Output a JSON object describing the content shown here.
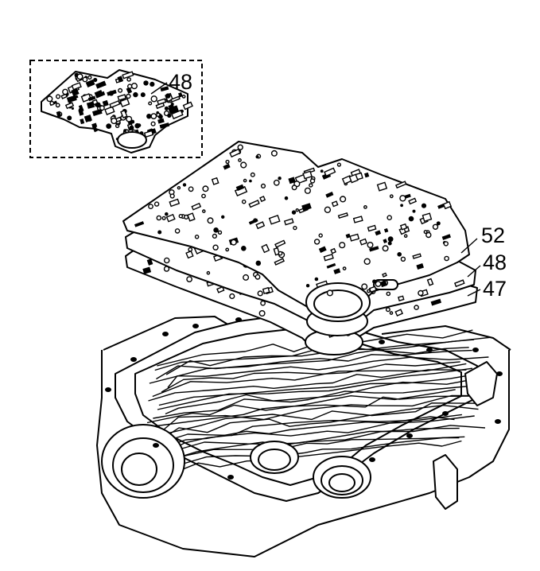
{
  "callouts": {
    "inset_label": "48",
    "plate_top": "52",
    "plate_mid": "48",
    "plate_bottom": "47"
  },
  "colors": {
    "line": "#000000",
    "background": "#ffffff"
  }
}
